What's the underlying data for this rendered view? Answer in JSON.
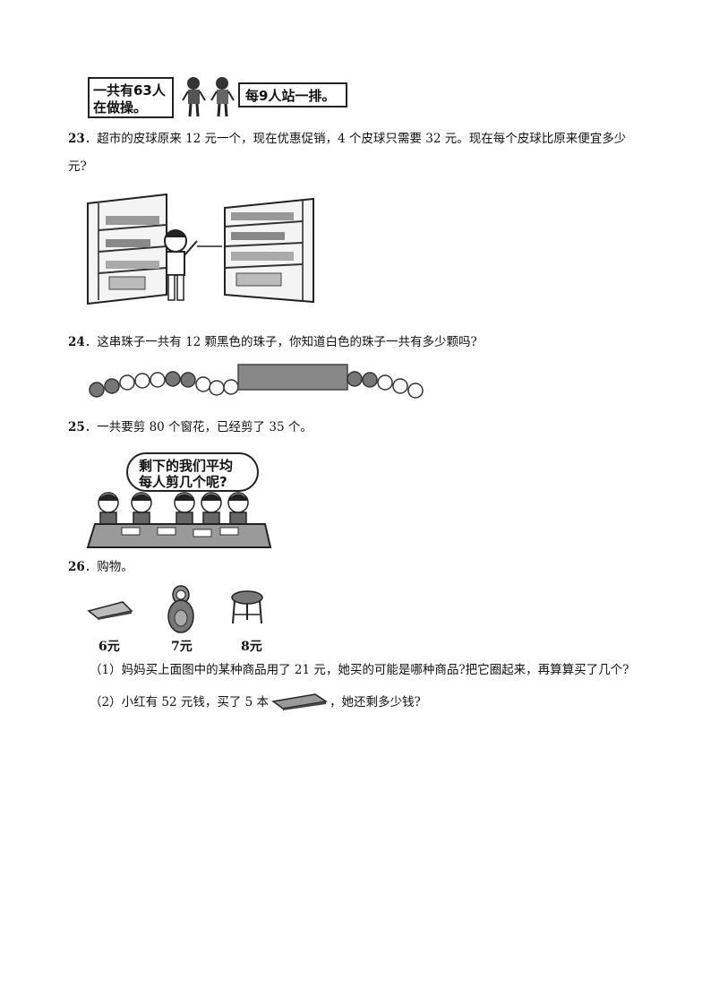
{
  "top_figure": {
    "bubble_left_line1": "一共有63人",
    "bubble_left_line2": "在做操。",
    "bubble_right": "每9人站一排。"
  },
  "q23": {
    "number": "23",
    "line1": "．超市的皮球原来 12 元一个，现在优惠促销，4 个皮球只需要 32 元。现在每个皮球比原来便宜多少",
    "line2": "元?"
  },
  "q24": {
    "number": "24",
    "text": "．这串珠子一共有 12 颗黑色的珠子，你知道白色的珠子一共有多少颗吗?"
  },
  "q25": {
    "number": "25",
    "text": "．一共要剪 80 个窗花，已经剪了 35 个。",
    "bubble_line1": "剩下的我们平均",
    "bubble_line2": "每人剪几个呢?"
  },
  "q26": {
    "number": "26",
    "text": "．购物。",
    "prices": [
      "6元",
      "7元",
      "8元"
    ],
    "sub1": "（1）妈妈买上面图中的某种商品用了 21 元，她买的可能是哪种商品?把它圈起来，再算算买了几个?",
    "sub2_a": "（2）小红有 52 元钱，买了 5 本",
    "sub2_b": "，她还剩多少钱?"
  }
}
